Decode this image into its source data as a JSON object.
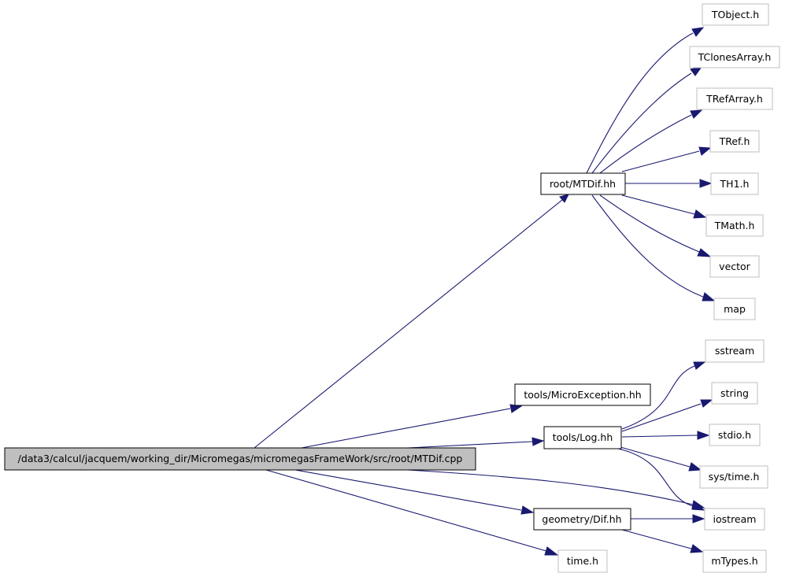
{
  "graph": {
    "root": "/data3/calcul/jacquem/working_dir/Micromegas/micromegasFrameWork/src/root/MTDif.cpp",
    "nodes": {
      "main": "/data3/calcul/jacquem/working_dir/Micromegas/micromegasFrameWork/src/root/MTDif.cpp",
      "mtdif_hh": "root/MTDif.hh",
      "tobject": "TObject.h",
      "tclonesarray": "TClonesArray.h",
      "trefarray": "TRefArray.h",
      "tref": "TRef.h",
      "th1": "TH1.h",
      "tmath": "TMath.h",
      "vector": "vector",
      "map": "map",
      "microexception": "tools/MicroException.hh",
      "log": "tools/Log.hh",
      "sstream": "sstream",
      "string": "string",
      "stdio": "stdio.h",
      "systime": "sys/time.h",
      "iostream": "iostream",
      "dif": "geometry/Dif.hh",
      "mtypes": "mTypes.h",
      "time": "time.h"
    },
    "edges": [
      [
        "main",
        "mtdif_hh"
      ],
      [
        "main",
        "microexception"
      ],
      [
        "main",
        "log"
      ],
      [
        "main",
        "iostream"
      ],
      [
        "main",
        "dif"
      ],
      [
        "main",
        "time"
      ],
      [
        "mtdif_hh",
        "tobject"
      ],
      [
        "mtdif_hh",
        "tclonesarray"
      ],
      [
        "mtdif_hh",
        "trefarray"
      ],
      [
        "mtdif_hh",
        "tref"
      ],
      [
        "mtdif_hh",
        "th1"
      ],
      [
        "mtdif_hh",
        "tmath"
      ],
      [
        "mtdif_hh",
        "vector"
      ],
      [
        "mtdif_hh",
        "map"
      ],
      [
        "log",
        "sstream"
      ],
      [
        "log",
        "string"
      ],
      [
        "log",
        "stdio"
      ],
      [
        "log",
        "systime"
      ],
      [
        "log",
        "iostream"
      ],
      [
        "dif",
        "iostream"
      ],
      [
        "dif",
        "mtypes"
      ]
    ],
    "colors": {
      "edge": "#191970",
      "main_fill": "#bfbfbf",
      "local_border": "#000000",
      "external_border": "#bfbfbf"
    }
  }
}
